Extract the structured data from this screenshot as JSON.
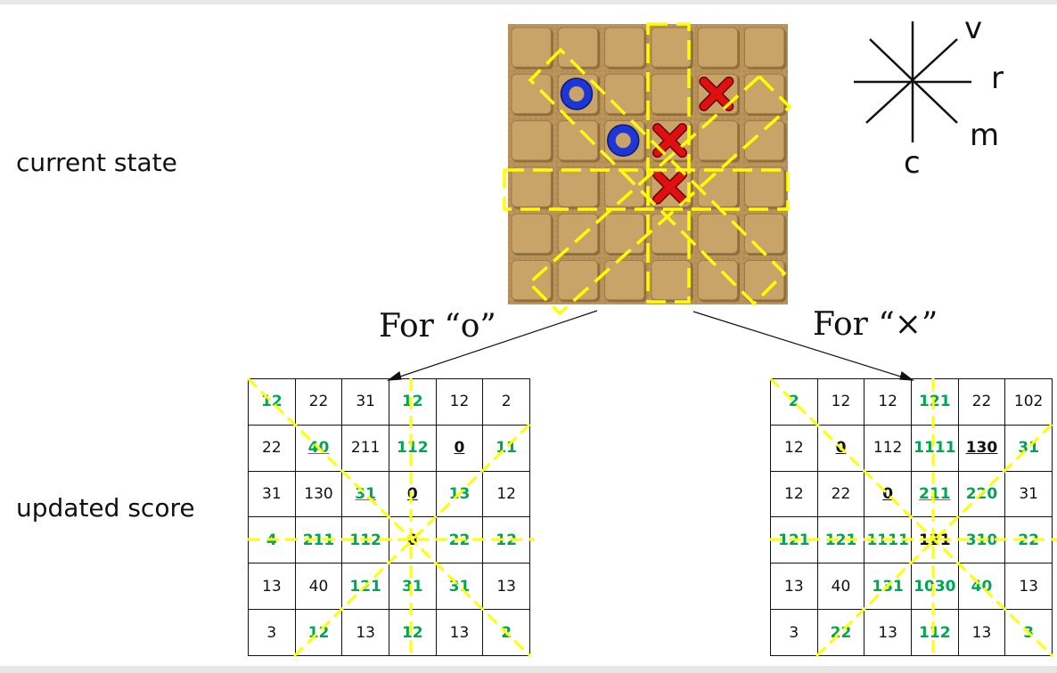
{
  "labels": {
    "current_state": "current state",
    "updated_score": "updated score",
    "for_o": "For “o”",
    "for_x": "For “×”"
  },
  "compass": {
    "v": "v",
    "r": "r",
    "m": "m",
    "c": "c"
  },
  "board": {
    "pieces": [
      {
        "type": "o",
        "row": 1,
        "col": 1
      },
      {
        "type": "x",
        "row": 1,
        "col": 4
      },
      {
        "type": "o",
        "row": 2,
        "col": 2
      },
      {
        "type": "x",
        "row": 2,
        "col": 3
      },
      {
        "type": "x",
        "row": 3,
        "col": 3
      }
    ]
  },
  "score_o": [
    [
      {
        "t": "12",
        "s": "g"
      },
      {
        "t": "22"
      },
      {
        "t": "31"
      },
      {
        "t": "12",
        "s": "g"
      },
      {
        "t": "12"
      },
      {
        "t": "2"
      }
    ],
    [
      {
        "t": "22"
      },
      {
        "t": "40",
        "s": "gu"
      },
      {
        "t": "211"
      },
      {
        "t": "112",
        "s": "g"
      },
      {
        "t": "0",
        "s": "bu"
      },
      {
        "t": "11",
        "s": "g"
      }
    ],
    [
      {
        "t": "31"
      },
      {
        "t": "130"
      },
      {
        "t": "31",
        "s": "gu"
      },
      {
        "t": "0",
        "s": "bu"
      },
      {
        "t": "13",
        "s": "g"
      },
      {
        "t": "12"
      }
    ],
    [
      {
        "t": "4",
        "s": "g"
      },
      {
        "t": "211",
        "s": "g"
      },
      {
        "t": "112",
        "s": "g"
      },
      {
        "t": "0",
        "s": "b"
      },
      {
        "t": "22",
        "s": "g"
      },
      {
        "t": "12",
        "s": "g"
      }
    ],
    [
      {
        "t": "13"
      },
      {
        "t": "40"
      },
      {
        "t": "121",
        "s": "g"
      },
      {
        "t": "31",
        "s": "g"
      },
      {
        "t": "31",
        "s": "g"
      },
      {
        "t": "13"
      }
    ],
    [
      {
        "t": "3"
      },
      {
        "t": "12",
        "s": "g"
      },
      {
        "t": "13"
      },
      {
        "t": "12",
        "s": "g"
      },
      {
        "t": "13"
      },
      {
        "t": "2",
        "s": "g"
      }
    ]
  ],
  "score_x": [
    [
      {
        "t": "2",
        "s": "g"
      },
      {
        "t": "12"
      },
      {
        "t": "12"
      },
      {
        "t": "121",
        "s": "g"
      },
      {
        "t": "22"
      },
      {
        "t": "102"
      }
    ],
    [
      {
        "t": "12"
      },
      {
        "t": "0",
        "s": "bu"
      },
      {
        "t": "112"
      },
      {
        "t": "1111",
        "s": "g"
      },
      {
        "t": "130",
        "s": "bu"
      },
      {
        "t": "31",
        "s": "g"
      }
    ],
    [
      {
        "t": "12"
      },
      {
        "t": "22"
      },
      {
        "t": "0",
        "s": "bu"
      },
      {
        "t": "211",
        "s": "gu"
      },
      {
        "t": "220",
        "s": "g"
      },
      {
        "t": "31"
      }
    ],
    [
      {
        "t": "121",
        "s": "g"
      },
      {
        "t": "121",
        "s": "g"
      },
      {
        "t": "1111",
        "s": "g"
      },
      {
        "t": "121",
        "s": "b"
      },
      {
        "t": "310",
        "s": "g"
      },
      {
        "t": "22",
        "s": "g"
      }
    ],
    [
      {
        "t": "13"
      },
      {
        "t": "40"
      },
      {
        "t": "131",
        "s": "g"
      },
      {
        "t": "1030",
        "s": "g"
      },
      {
        "t": "40",
        "s": "g"
      },
      {
        "t": "13"
      }
    ],
    [
      {
        "t": "3"
      },
      {
        "t": "22",
        "s": "g"
      },
      {
        "t": "13"
      },
      {
        "t": "112",
        "s": "g"
      },
      {
        "t": "13"
      },
      {
        "t": "3",
        "s": "g"
      }
    ]
  ],
  "colors": {
    "board_bg": "#b08a4e",
    "tile": "#c8a468",
    "tile_shadow": "#8f6e3c",
    "dash": "#ffff00",
    "o_piece": "#1f36d6",
    "x_piece": "#e01010",
    "green_text": "#00a651"
  }
}
